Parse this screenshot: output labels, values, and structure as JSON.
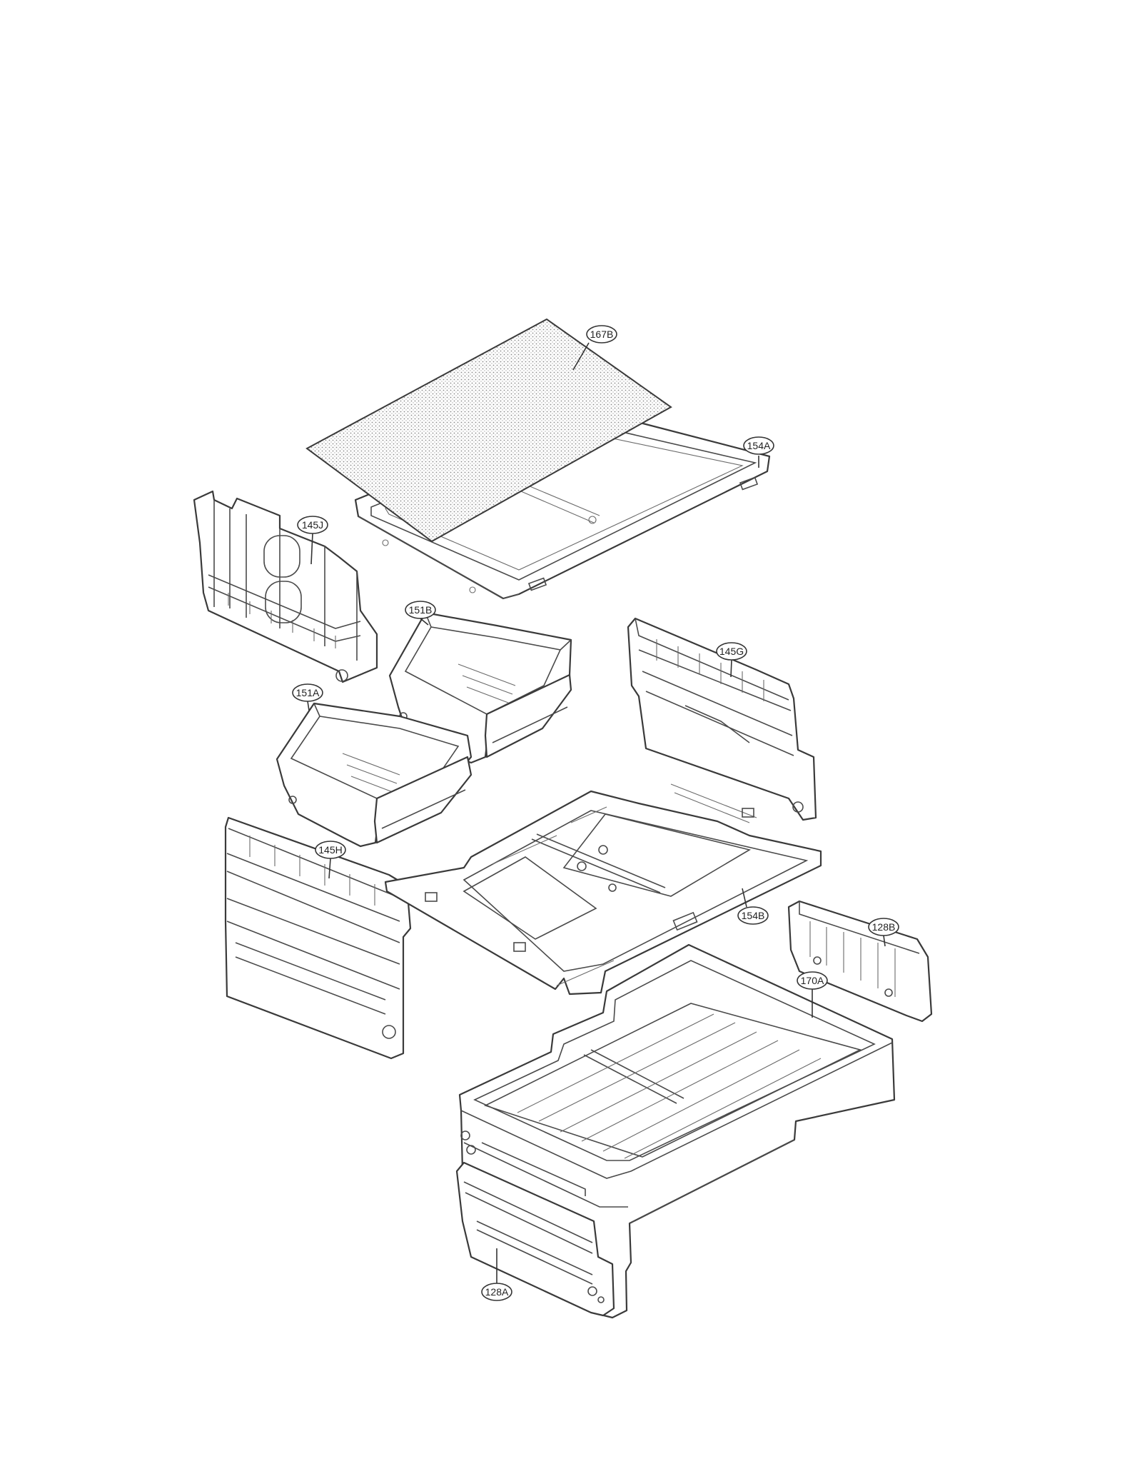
{
  "callouts": {
    "c167B": "167B",
    "c154A": "154A",
    "c145J": "145J",
    "c151B": "151B",
    "c151A": "151A",
    "c145G": "145G",
    "c145H": "145H",
    "c154B": "154B",
    "c128B": "128B",
    "c170A": "170A",
    "c128A": "128A"
  }
}
